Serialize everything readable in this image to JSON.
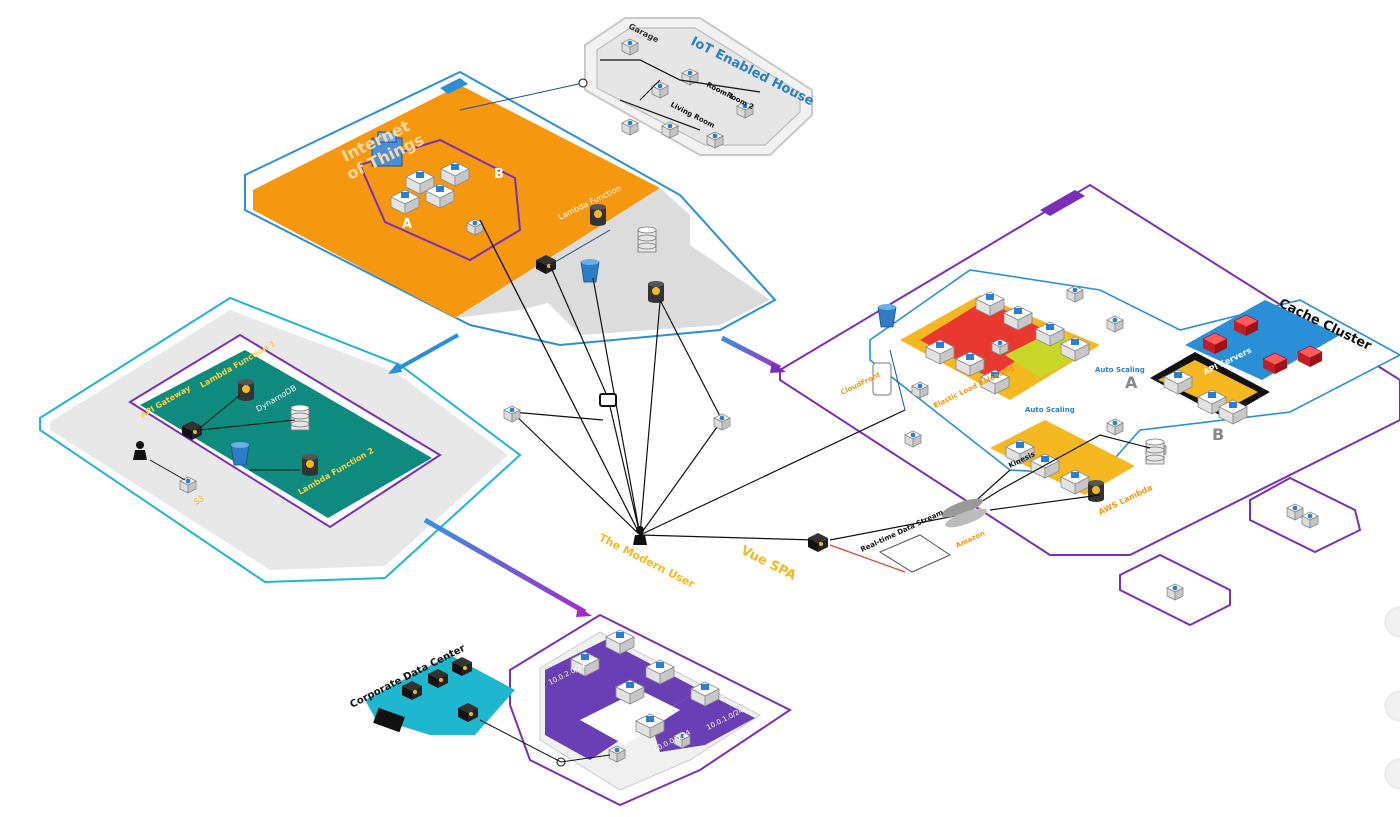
{
  "diagram": {
    "iot_house": {
      "title": "IoT Enabled House",
      "garage": "Garage",
      "room1": "Room 1",
      "room2": "Room 2",
      "living_room": "Living Room"
    },
    "iot_block": {
      "title_line1": "Internet",
      "title_line2": "of Things",
      "az_a": "A",
      "az_b": "B",
      "lambda_label": "Lambda Function"
    },
    "serverless_block": {
      "api_gateway": "API Gateway",
      "lambda1": "Lambda Function 1",
      "lambda2": "Lambda Function 2",
      "dynamo": "DynamoDB",
      "s3": "S3"
    },
    "main_vpc": {
      "cache_cluster": "Cache Cluster",
      "api_servers": "API Servers",
      "az_a": "A",
      "az_b": "B",
      "auto_scaling_1": "Auto Scaling",
      "auto_scaling_2": "Auto Scaling",
      "load_balancing": "Elastic Load Balancing",
      "cloudfront": "CloudFront",
      "aws_lambda": "AWS Lambda",
      "kinesis": "Kinesis"
    },
    "center": {
      "modern_user": "The Modern User",
      "vue_spa": "Vue SPA",
      "realtime_stream": "Real-time Data Stream",
      "amazon": "Amazon"
    },
    "corporate": {
      "title": "Corporate Data Center",
      "subnet1": "10.0.2.0/24",
      "subnet2": "10.0.1.0/24",
      "subnet3": "10.0.0.0/24"
    },
    "colors": {
      "orange": "#f5970f",
      "teal": "#0e8b7e",
      "purple": "#7b2fb8",
      "violet": "#6a3fb5",
      "blue": "#2a8fd6",
      "red": "#e8382f",
      "yellow": "#f5b820",
      "lime": "#c8d628",
      "gray": "#d8d8d8",
      "cyan": "#1fb6d0"
    }
  }
}
